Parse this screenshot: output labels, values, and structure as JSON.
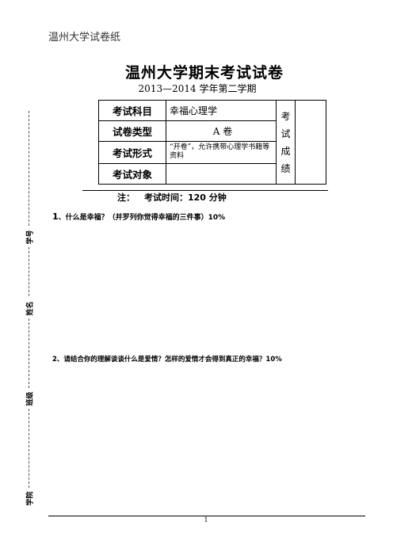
{
  "header": {
    "label": "温州大学试卷纸"
  },
  "title": "温州大学期末考试试卷",
  "semester": "2013—2014 学年第二学期",
  "info_table": {
    "subject_label": "考试科目",
    "subject_value": "幸福心理学",
    "type_label": "试卷类型",
    "type_value": "A 卷",
    "form_label": "考试形式",
    "form_value": "“开卷”，允许携带心理学书籍等资料",
    "target_label": "考试对象",
    "target_value": "",
    "score_label": [
      "考",
      "试",
      "成",
      "绩"
    ]
  },
  "note": {
    "prefix": "注：",
    "text": "考试时间：120 分钟"
  },
  "questions": [
    {
      "number": "1",
      "text": "、什么是幸福？（并罗列你觉得幸福的三件事）10%"
    },
    {
      "number": "2",
      "text": "、请结合你的理解谈谈什么是爱情？怎样的爱情才会得到真正的幸福？10%"
    }
  ],
  "binding_margin": {
    "student_id": "学号",
    "name": "姓名",
    "class": "班级",
    "college": "学院"
  },
  "page_number": "1"
}
